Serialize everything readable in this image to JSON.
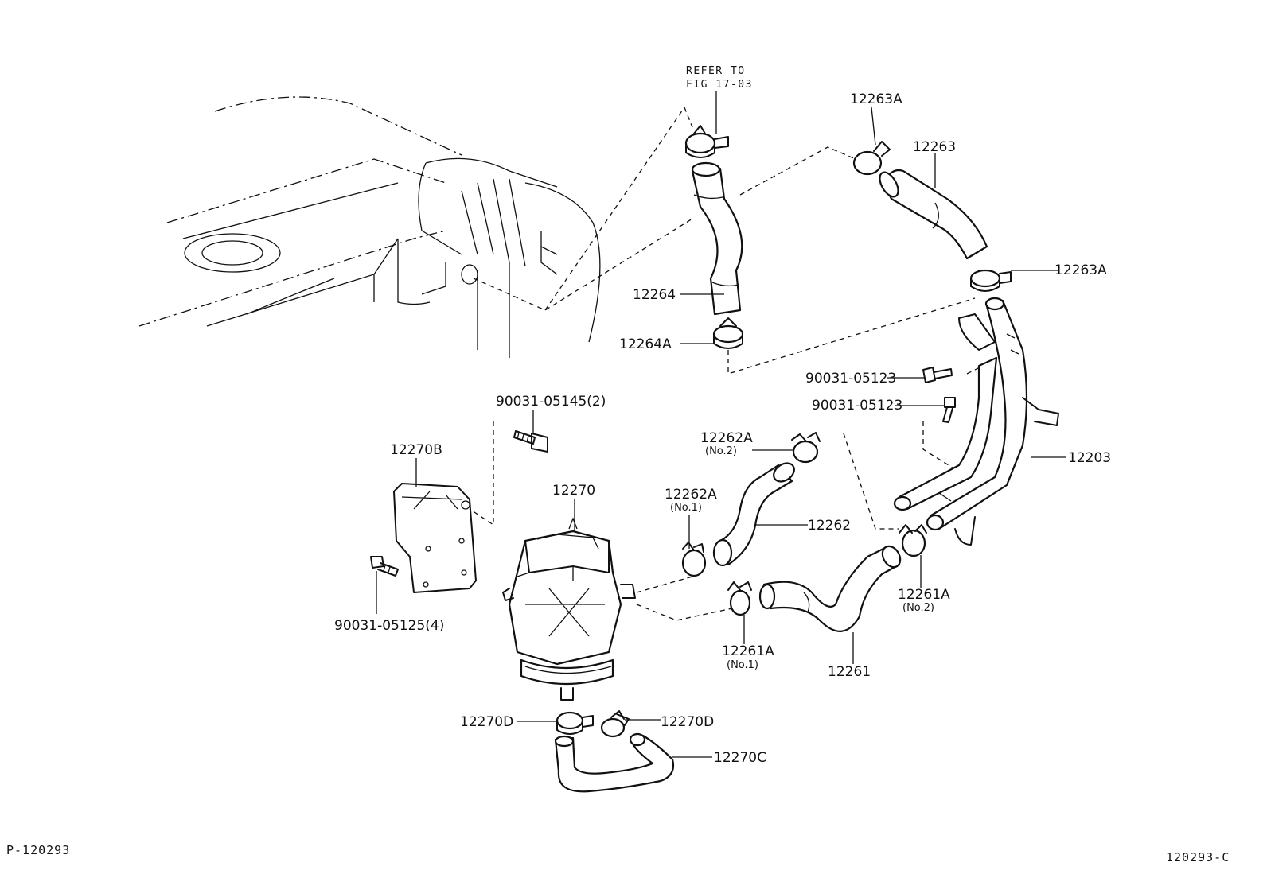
{
  "reference_note": [
    "REFER TO",
    "FIG 17-03"
  ],
  "labels": {
    "p12263A_top": "12263A",
    "p12263": "12263",
    "p12263A_right": "12263A",
    "p12264": "12264",
    "p12264A": "12264A",
    "p90031_05123_a": "90031-05123",
    "p90031_05123_b": "90031-05123",
    "p90031_05145": "90031-05145(2)",
    "p12270B": "12270B",
    "p12270": "12270",
    "p12262A_no2": "12262A",
    "p12262A_no2_sub": "(No.2)",
    "p12262A_no1": "12262A",
    "p12262A_no1_sub": "(No.1)",
    "p12262": "12262",
    "p12203": "12203",
    "p90031_05125": "90031-05125(4)",
    "p12261A_no2": "12261A",
    "p12261A_no2_sub": "(No.2)",
    "p12261A_no1": "12261A",
    "p12261A_no1_sub": "(No.1)",
    "p12261": "12261",
    "p12270D_left": "12270D",
    "p12270D_right": "12270D",
    "p12270C": "12270C"
  },
  "footer": {
    "left_code": "P-120293",
    "right_code": "120293-C"
  }
}
